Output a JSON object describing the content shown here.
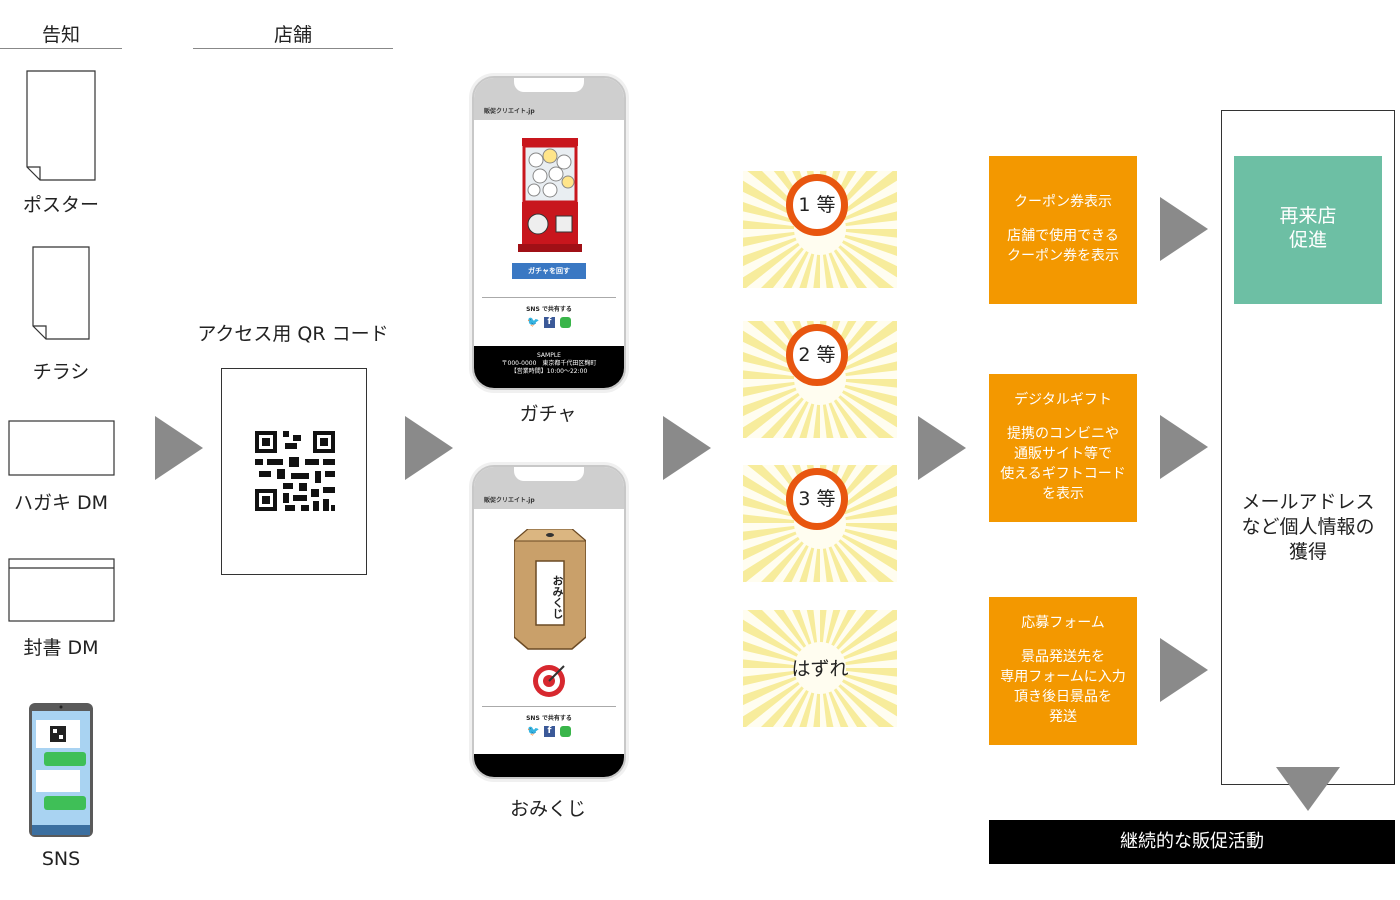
{
  "headers": {
    "notice": "告知",
    "store": "店舗"
  },
  "media": [
    {
      "label": "ポスター",
      "icon": "poster-icon"
    },
    {
      "label": "チラシ",
      "icon": "flyer-icon"
    },
    {
      "label": "ハガキ DM",
      "icon": "postcard-icon"
    },
    {
      "label": "封書 DM",
      "icon": "envelope-icon"
    },
    {
      "label": "SNS",
      "icon": "smartphone-icon"
    }
  ],
  "qr": {
    "label": "アクセス用 QR コード"
  },
  "phones": {
    "site_tag": "販促クリエイト.jp",
    "gacha": {
      "label": "ガチャ",
      "button": "ガチャを回す",
      "share": "SNS で共有する",
      "footer_title": "SAMPLE",
      "footer_address": "〒000-0000　東京都千代田区麹町",
      "footer_hours": "【営業時間】10:00～22:00"
    },
    "omikuji": {
      "label": "おみくじ",
      "box_text": "おみくじ",
      "share": "SNS で共有する"
    }
  },
  "results": [
    {
      "label": "1 等"
    },
    {
      "label": "2 等"
    },
    {
      "label": "3 等"
    },
    {
      "label": "はずれ"
    }
  ],
  "cards": [
    {
      "title": "クーポン券表示",
      "body": [
        "店舗で使用できる",
        "クーポン券を表示"
      ]
    },
    {
      "title": "デジタルギフト",
      "body": [
        "提携のコンビニや",
        "通販サイト等で",
        "使えるギフトコード",
        "を表示"
      ]
    },
    {
      "title": "応募フォーム",
      "body": [
        "景品発送先を",
        "専用フォームに入力",
        "頂き後日景品を",
        "発送"
      ]
    }
  ],
  "outcome": {
    "return_visit": [
      "再来店",
      "促進"
    ],
    "personal_info": [
      "メールアドレス",
      "など個人情報の",
      "獲得"
    ]
  },
  "bottom_bar": "継続的な販促活動",
  "colors": {
    "arrow": "#8a8a8a",
    "card": "#f39800",
    "teal": "#6dbfa4",
    "ring": "#e8560f",
    "dark": "#000000",
    "share_blue": "#3a78c3"
  }
}
